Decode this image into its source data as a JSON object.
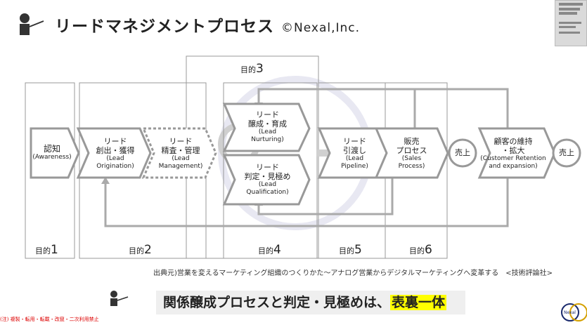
{
  "header": {
    "title": "リードマネジメントプロセス",
    "copyright": "©Nexal,Inc."
  },
  "diagram": {
    "stages": [
      {
        "jp": "認知",
        "en": "(Awareness)"
      },
      {
        "jp1": "リード",
        "jp2": "創出・獲得",
        "en1": "(Lead",
        "en2": "Origination)"
      },
      {
        "jp1": "リード",
        "jp2": "精査・管理",
        "en1": "(Lead",
        "en2": "Management)"
      },
      {
        "jp1": "リード",
        "jp2": "醸成・育成",
        "en1": "(Lead",
        "en2": "Nurturing)"
      },
      {
        "jp1": "リード",
        "jp2": "判定・見極め",
        "en1": "(Lead",
        "en2": "Qualification)"
      },
      {
        "jp1": "リード",
        "jp2": "引渡し",
        "en1": "(Lead",
        "en2": "Pipeline)"
      },
      {
        "jp1": "販売",
        "jp2": "プロセス",
        "en1": "(Sales",
        "en2": "Process)"
      },
      {
        "jp1": "顧客の維持",
        "jp2": "・拡大",
        "en1": "(Customer Retention",
        "en2": "and expansion)"
      }
    ],
    "sales_labels": [
      "売上",
      "売上"
    ],
    "purpose_prefix": "目的",
    "purposes": [
      "1",
      "2",
      "3",
      "4",
      "5",
      "6"
    ]
  },
  "citation": "出典元)営業を変えるマーケティング組織のつくりかた～アナログ営業からデジタルマーケティングへ変革する　<技術評論社>",
  "bottom_banner": {
    "text": "関係醸成プロセスと判定・見極めは、",
    "highlight": "表裏一体"
  },
  "footer_note": "(注) 複製・転用・転載・改竄・二次利用禁止",
  "logo_text": "Nexal"
}
